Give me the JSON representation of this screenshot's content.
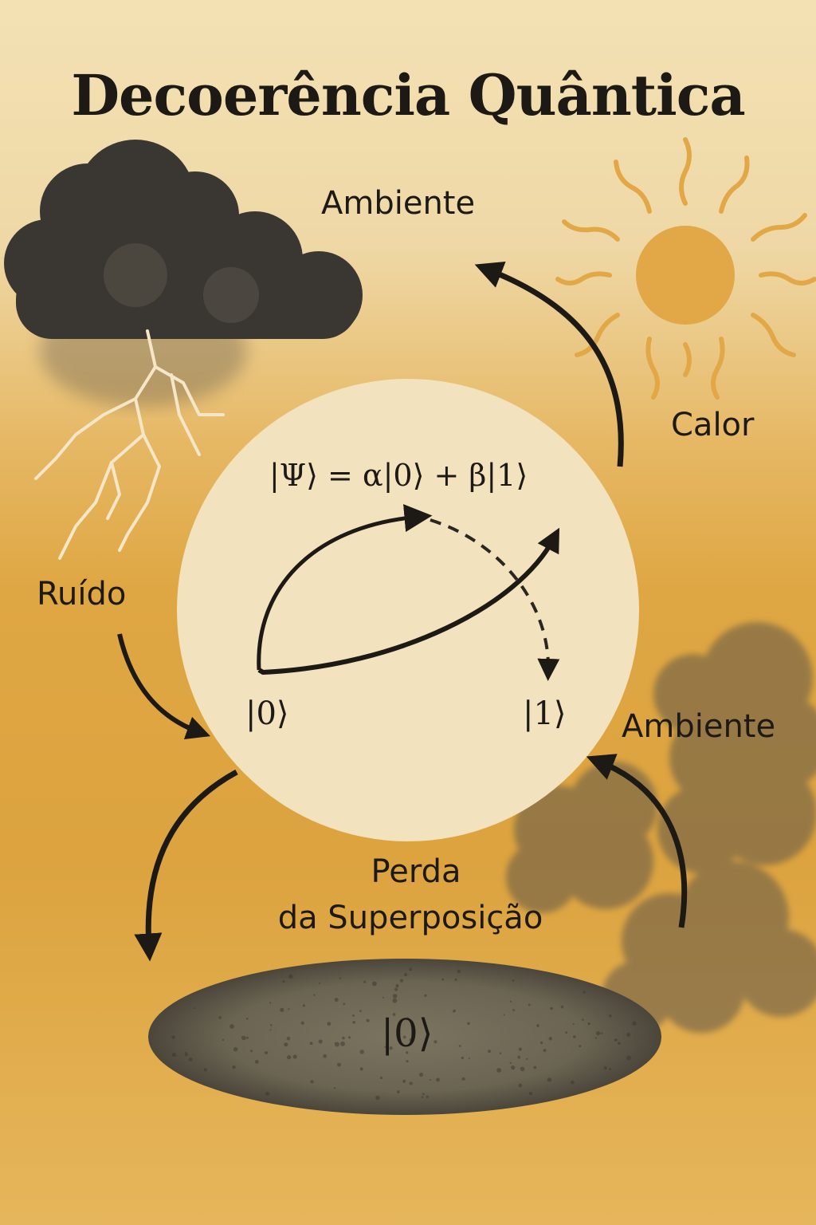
{
  "title": "Decoerência Quântica",
  "labels": {
    "ambiente_top": "Ambiente",
    "calor": "Calor",
    "ruido": "Ruído",
    "ambiente_right": "Ambiente",
    "perda_line1": "Perda",
    "perda_line2": "da Superposição"
  },
  "state": {
    "equation": "|Ψ⟩ = α|0⟩ + β|1⟩",
    "ket0": "|0⟩",
    "ket1": "|1⟩",
    "collapsed": "|0⟩"
  },
  "colors": {
    "ink": "#1d1a16",
    "sun": "#e2a848",
    "circle": "#f2e2bd",
    "cloud": "#3a3732"
  },
  "icons": [
    "storm-cloud-icon",
    "lightning-icon",
    "sun-icon",
    "smoke-cloud-icon"
  ]
}
